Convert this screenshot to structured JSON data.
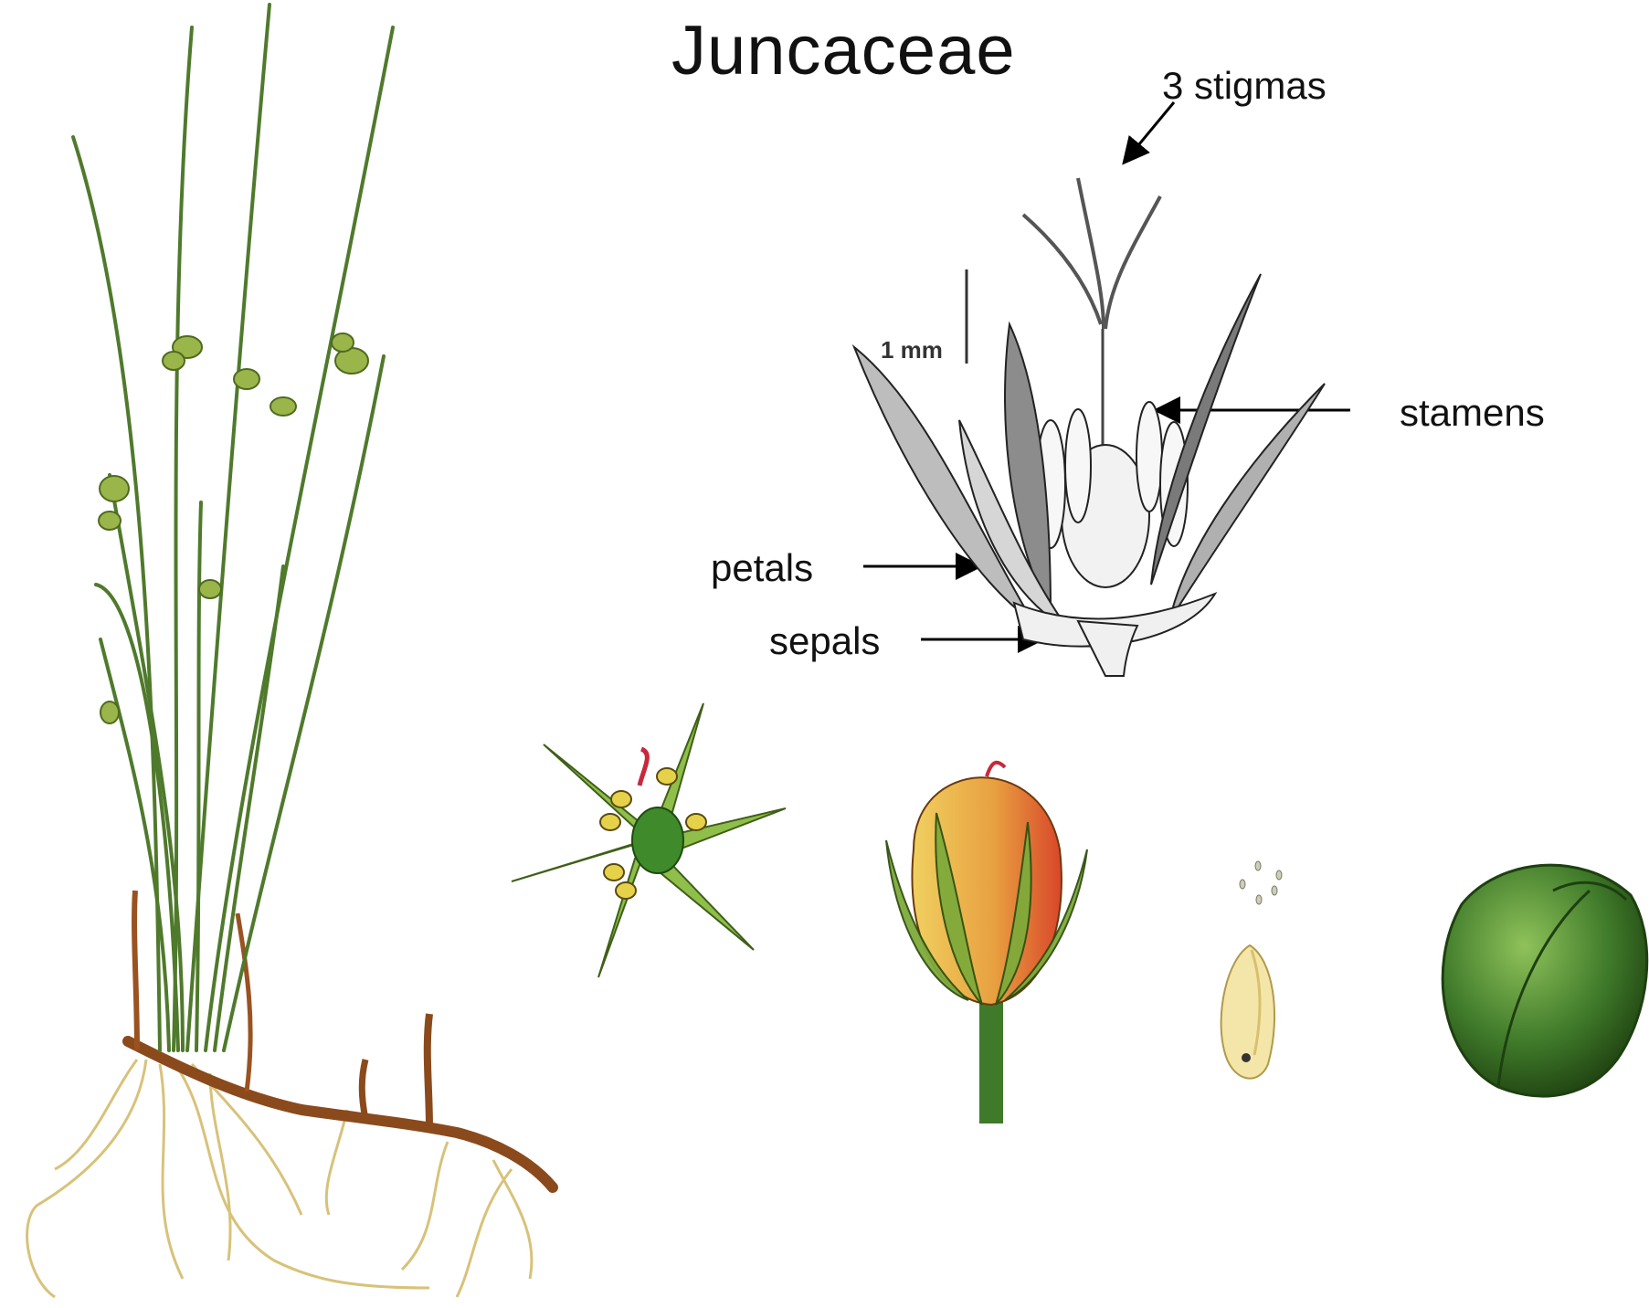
{
  "title": "Juncaceae",
  "labels": {
    "stigmas": "3 stigmas",
    "stamens": "stamens",
    "petals": "petals",
    "sepals": "sepals",
    "scale": "1 mm"
  },
  "colors": {
    "leaf_green": "#4f7a2c",
    "leaf_dark": "#2f4f1a",
    "rhizome_brown": "#8a4a1c",
    "root_tan": "#d8c27a",
    "capsule_red": "#d9462a",
    "capsule_yellow": "#e9c24a",
    "seed_green": "#3f7a2a"
  }
}
